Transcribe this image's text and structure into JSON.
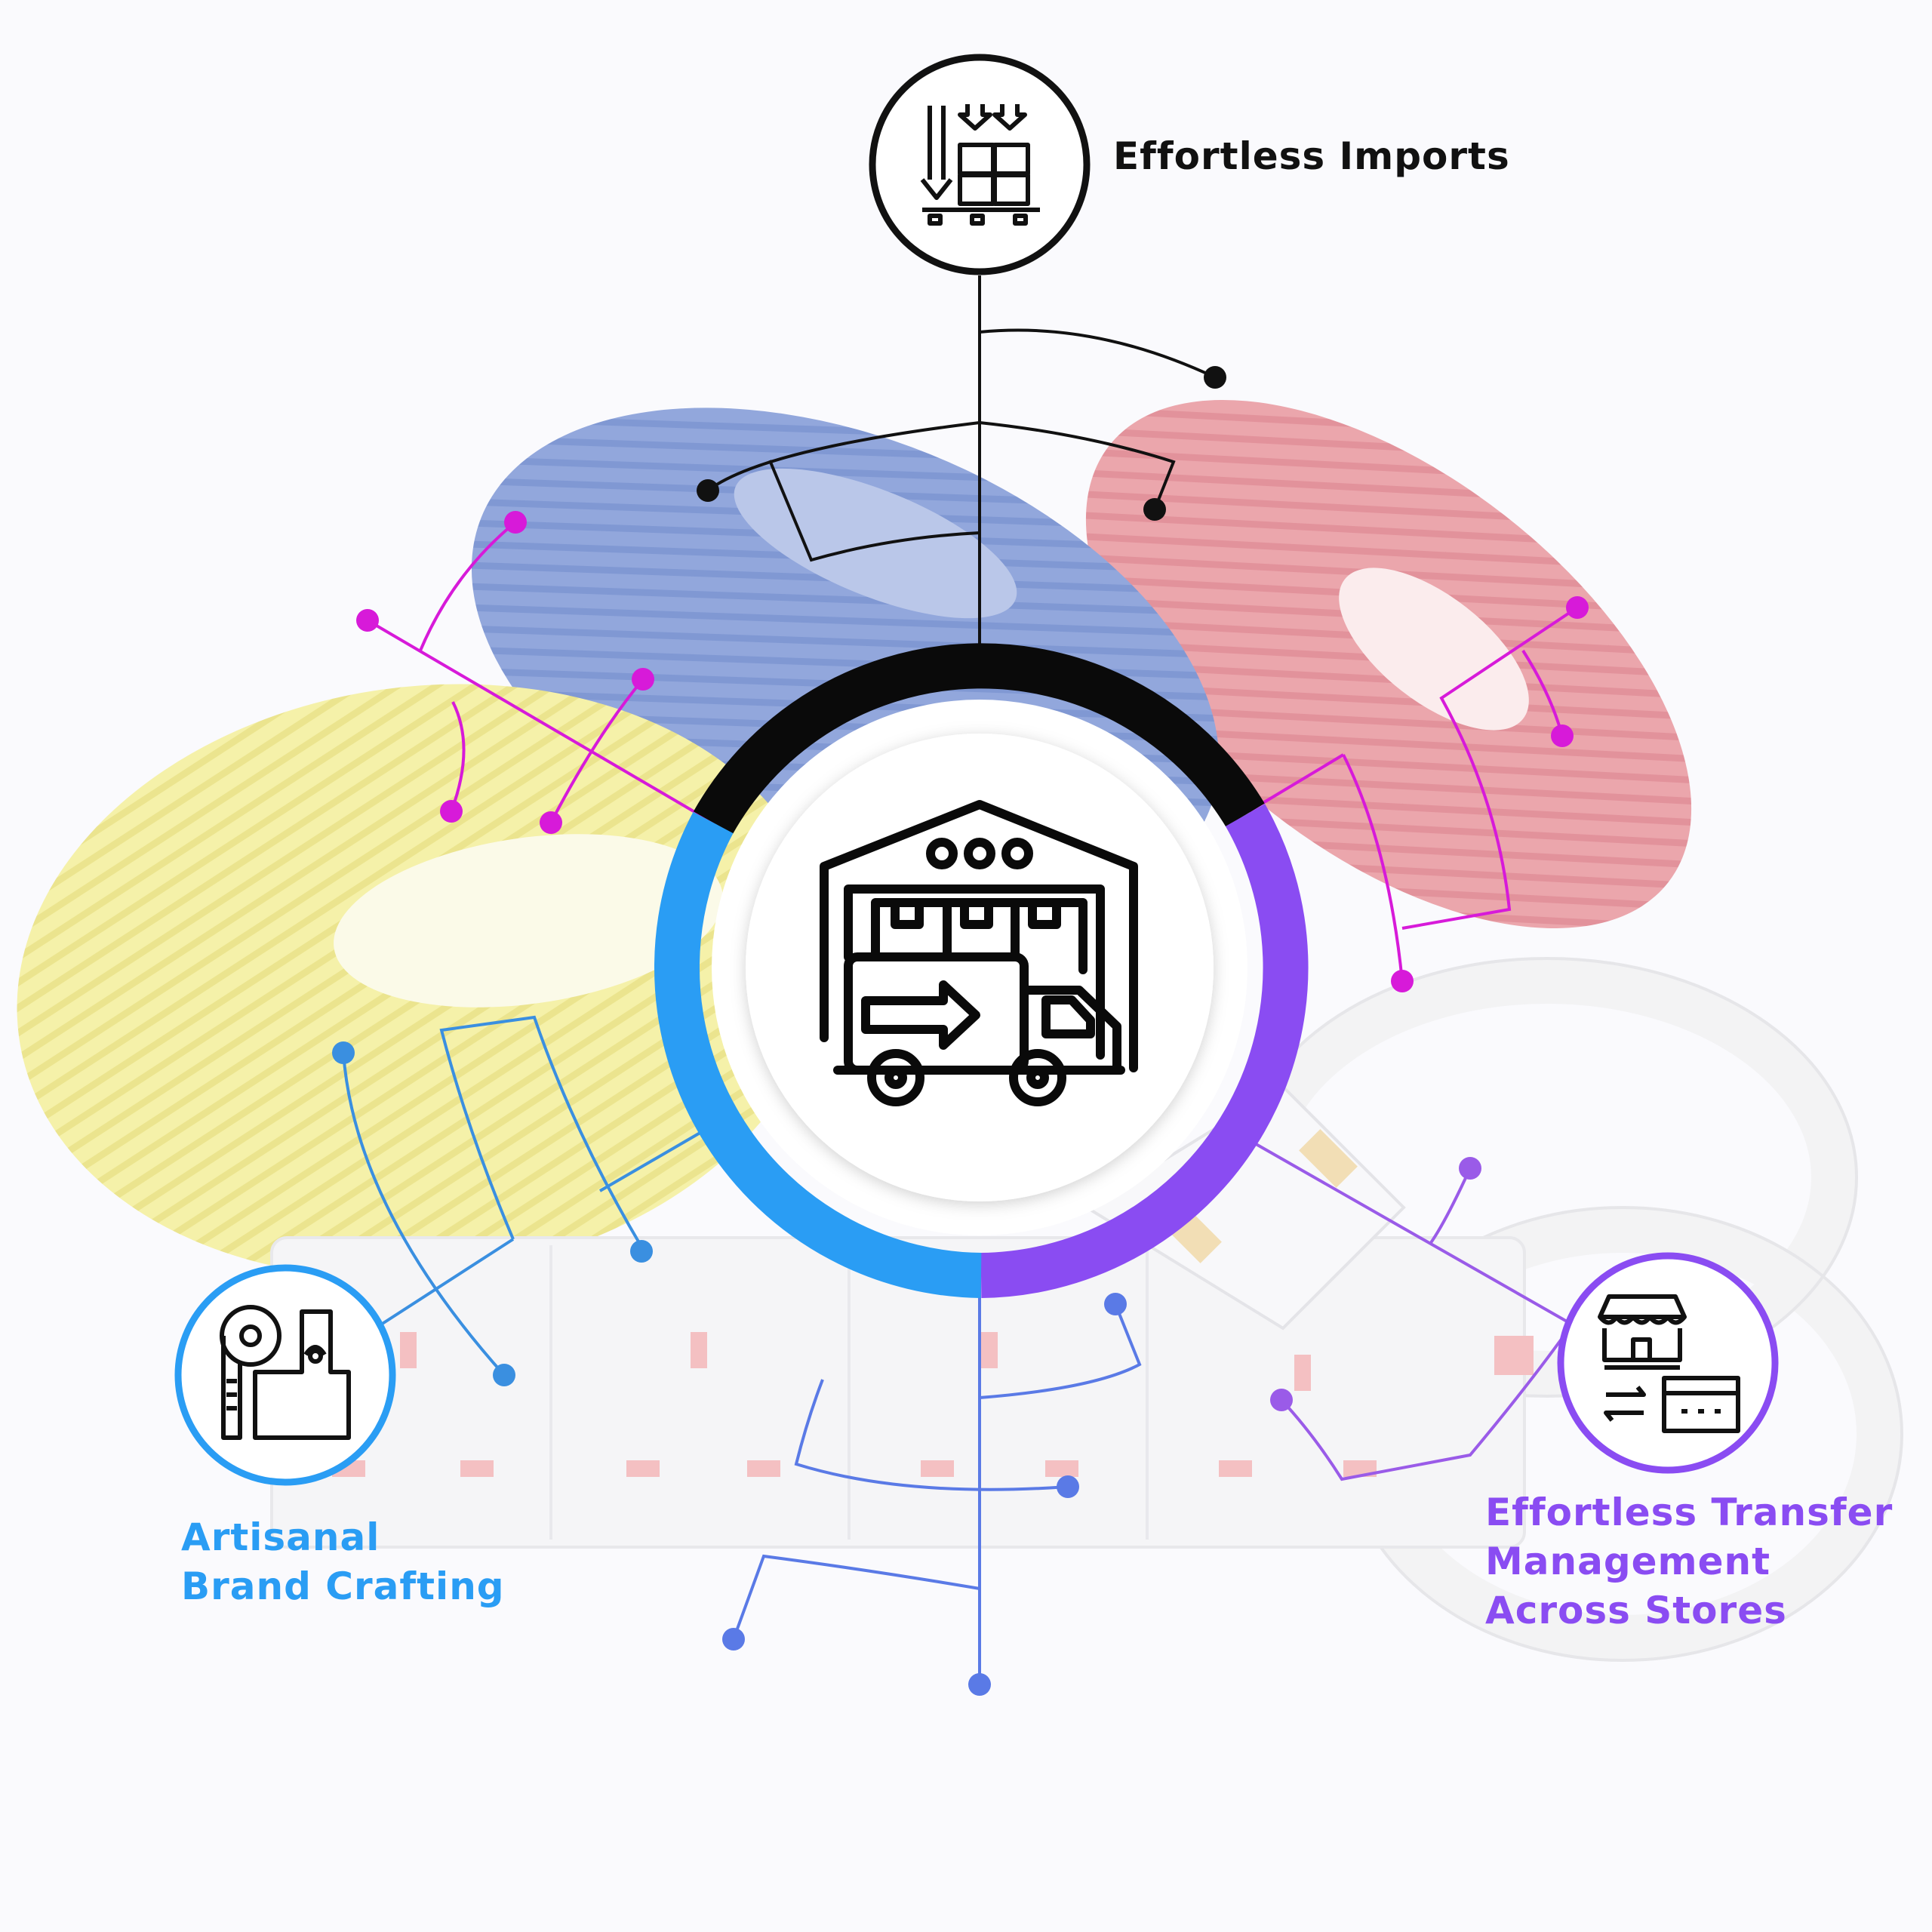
{
  "nodes": {
    "imports": {
      "label": "Effortless Imports",
      "icon": "pallet-boxes-icon",
      "color": "#111111"
    },
    "artisanal": {
      "lines": [
        "Artisanal",
        "Brand Crafting"
      ],
      "icon": "brand-crafting-icon",
      "color": "#2a9df4"
    },
    "transfer": {
      "lines": [
        "Effortless Transfer",
        "Management",
        "Across Stores"
      ],
      "icon": "store-transfer-icon",
      "color": "#8a4cf2"
    }
  },
  "hub": {
    "icon": "warehouse-truck-icon"
  },
  "colors": {
    "black_segment": "#0a0a0a",
    "blue_segment": "#2a9df4",
    "purple_segment": "#8a4cf2",
    "magenta_lines": "#d71ad9",
    "blue_lines": "#3a8fe0",
    "indigo_lines": "#5a7ae6",
    "violet_lines": "#9a5be8"
  },
  "background": {
    "description_icon": "cable-coils-and-extension-board"
  }
}
